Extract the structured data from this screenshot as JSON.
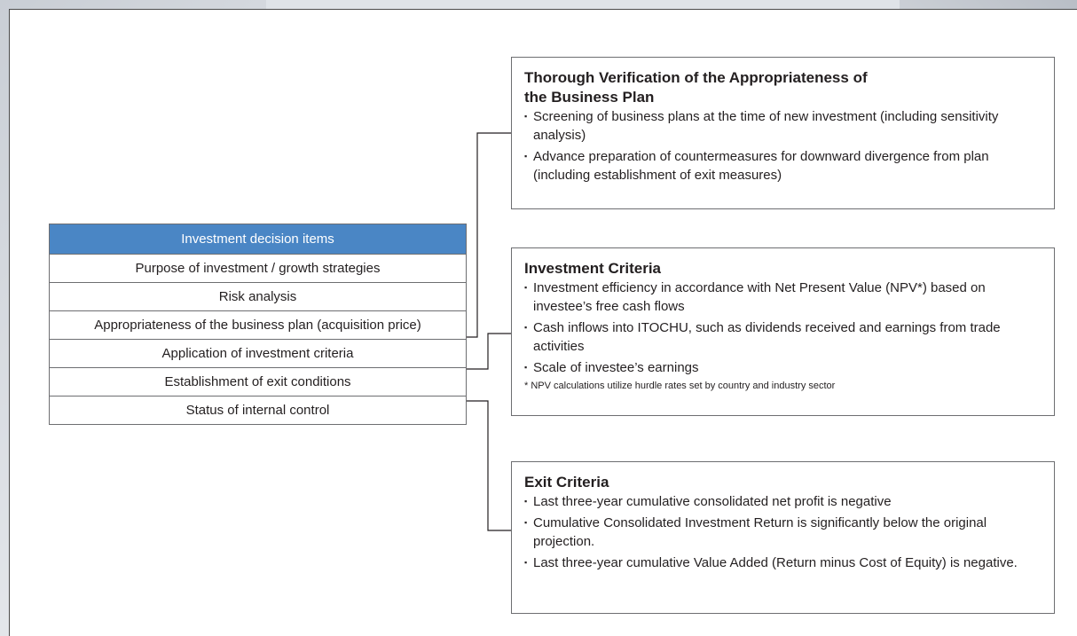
{
  "items": {
    "header": "Investment decision items",
    "rows": [
      "Purpose of investment / growth strategies",
      "Risk analysis",
      "Appropriateness of the business plan (acquisition price)",
      "Application of investment criteria",
      "Establishment of exit conditions",
      "Status of internal control"
    ]
  },
  "verification": {
    "title_line1": "Thorough Verification of the Appropriateness of",
    "title_line2": "the Business Plan",
    "bullets": [
      "Screening of business plans at the time of new investment (including sensitivity analysis)",
      "Advance preparation of countermeasures for downward divergence from plan (including establishment of exit measures)"
    ]
  },
  "criteria": {
    "title": "Investment Criteria",
    "bullets": [
      "Investment efficiency in accordance with Net Present Value (NPV*) based on investee’s free cash flows",
      "Cash inflows into ITOCHU, such as dividends received and earnings from trade activities",
      "Scale of investee’s earnings"
    ],
    "footnote": "* NPV calculations utilize hurdle rates set by country and industry sector"
  },
  "exit": {
    "title": "Exit Criteria",
    "bullets": [
      "Last three-year cumulative consolidated net profit is negative",
      "Cumulative Consolidated Investment Return is significantly below the original projection.",
      "Last three-year cumulative Value Added (Return minus Cost of Equity) is negative."
    ]
  },
  "colors": {
    "header_bg": "#4a86c5",
    "border": "#6d6e71",
    "connector": "#231f20"
  }
}
